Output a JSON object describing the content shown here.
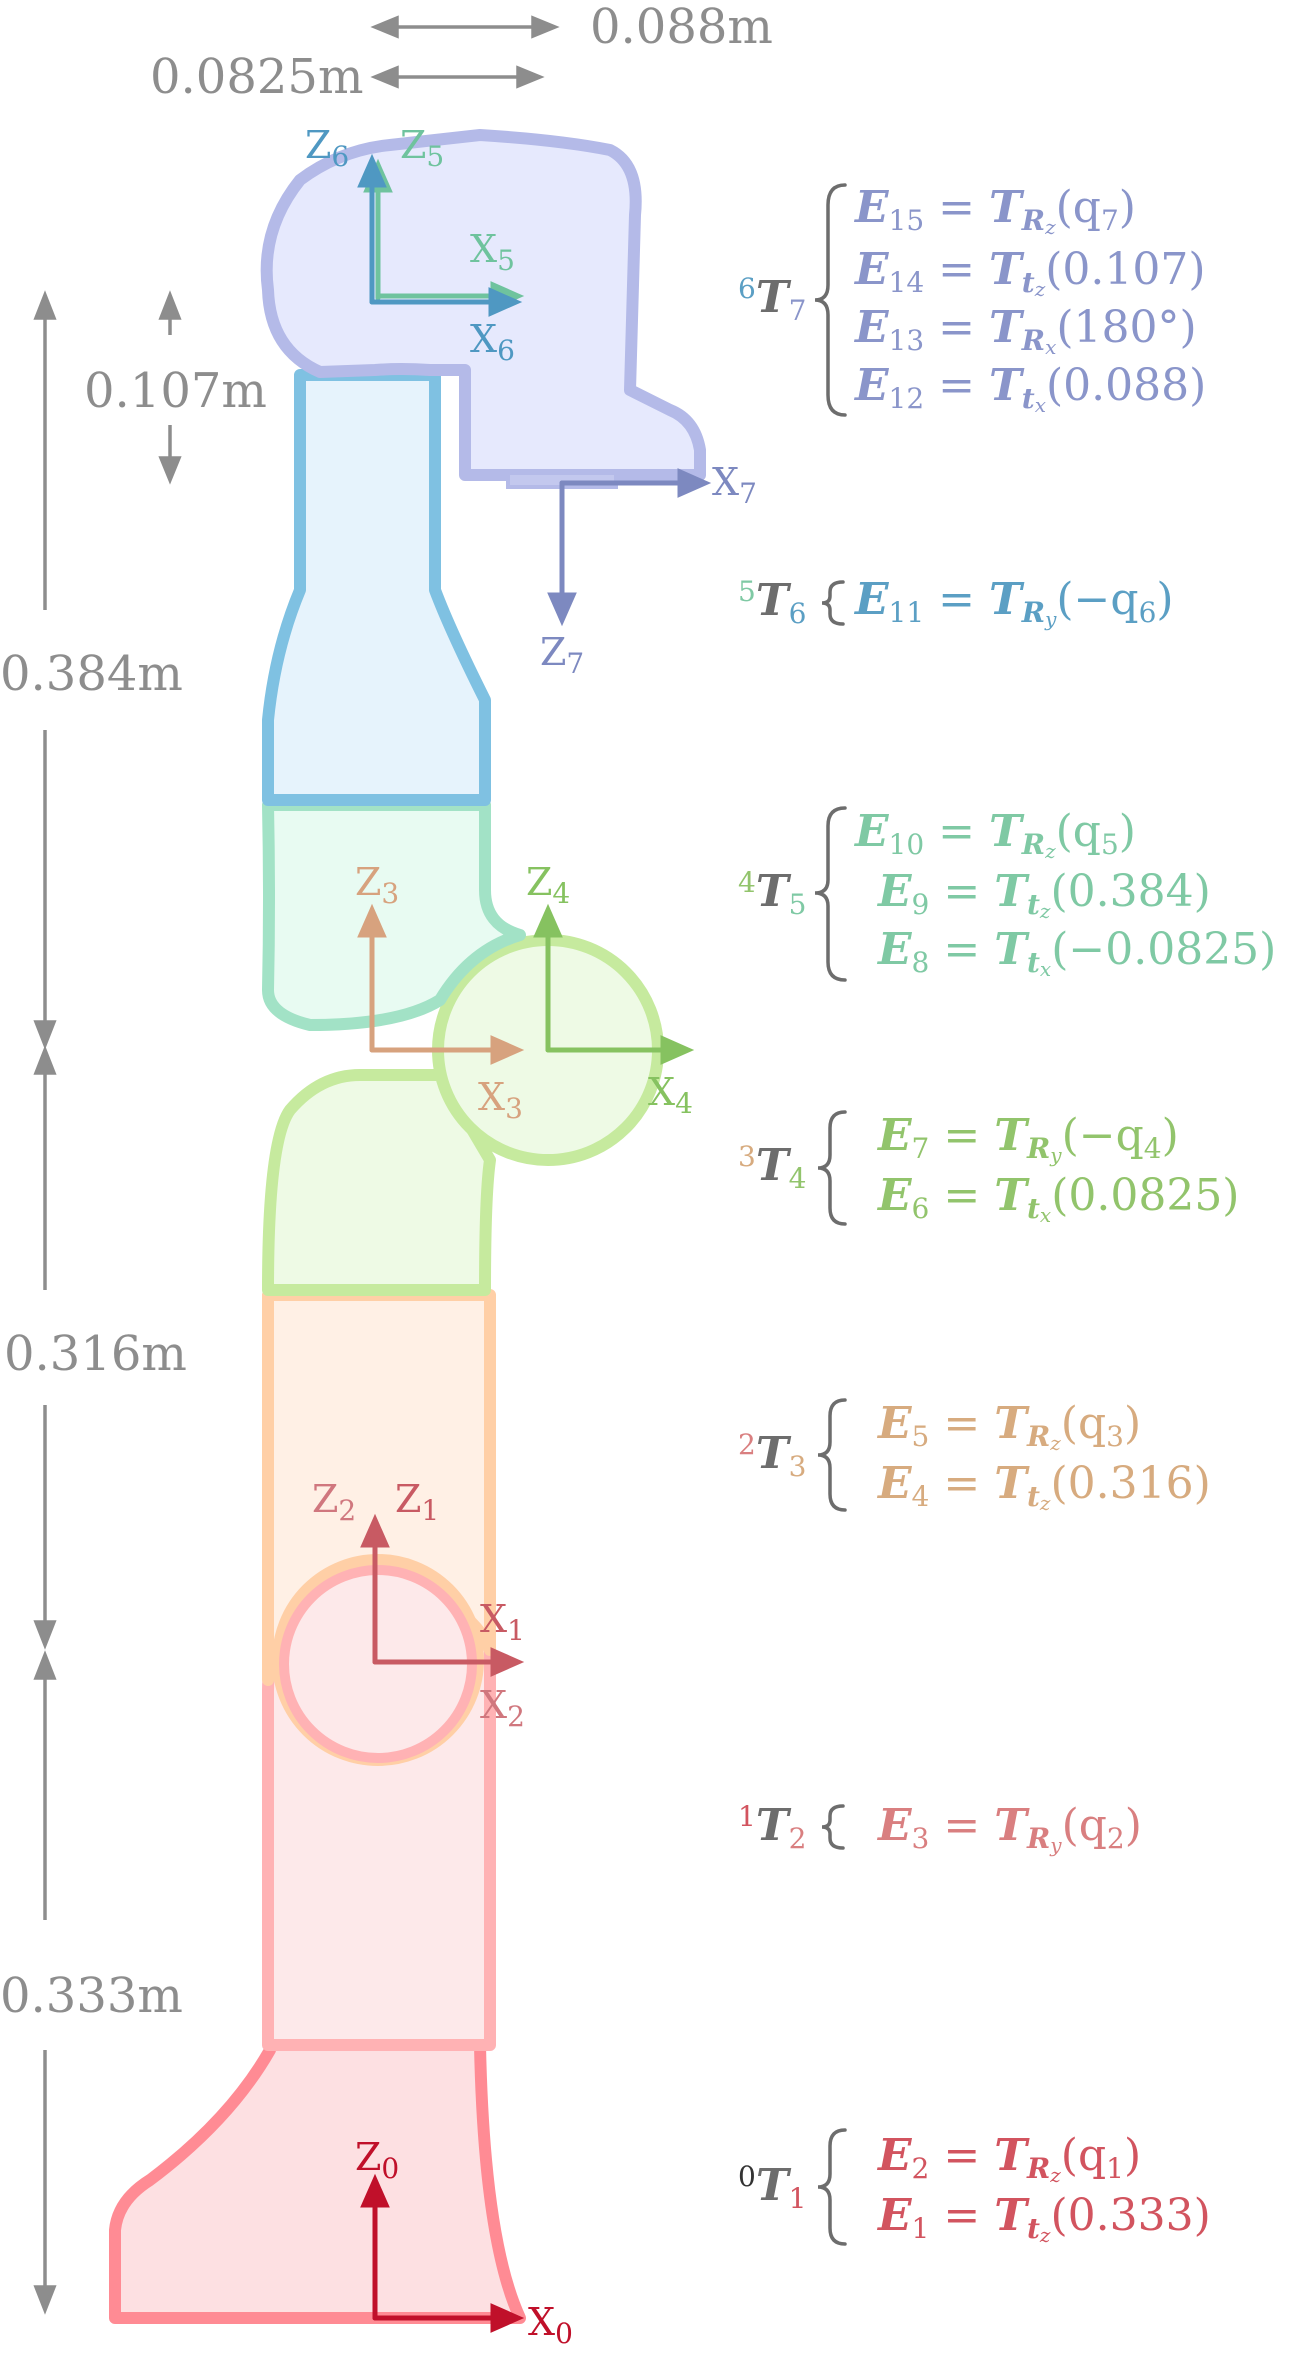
{
  "colors": {
    "base": "#ff8b94",
    "link1": "#ffb2b4",
    "link2": "#ffcfa6",
    "link3": "#c6ea9e",
    "link4": "#a2e2c6",
    "link5": "#7fc1e2",
    "link6": "#b4bae8",
    "eq1": "#d2545f",
    "eq2": "#d97f80",
    "eq3": "#d7ab7f",
    "eq4": "#92c46c",
    "eq5": "#7fc9a4",
    "eq6": "#5b9fc4",
    "eq7": "#8a95ca",
    "gray": "#8d8d8d"
  },
  "dimensions": {
    "d_0088": "0.088m",
    "d_00825": "0.0825m",
    "d_0107": "0.107m",
    "d_0384": "0.384m",
    "d_0316": "0.316m",
    "d_0333": "0.333m"
  },
  "frames": {
    "z0": {
      "main": "Z",
      "sub": "0"
    },
    "x0": {
      "main": "X",
      "sub": "0"
    },
    "z1": {
      "main": "Z",
      "sub": "1"
    },
    "x1": {
      "main": "X",
      "sub": "1"
    },
    "z2": {
      "main": "Z",
      "sub": "2"
    },
    "x2": {
      "main": "X",
      "sub": "2"
    },
    "z3": {
      "main": "Z",
      "sub": "3"
    },
    "x3": {
      "main": "X",
      "sub": "3"
    },
    "z4": {
      "main": "Z",
      "sub": "4"
    },
    "x4": {
      "main": "X",
      "sub": "4"
    },
    "z5": {
      "main": "Z",
      "sub": "5"
    },
    "x5": {
      "main": "X",
      "sub": "5"
    },
    "z6": {
      "main": "Z",
      "sub": "6"
    },
    "x6": {
      "main": "X",
      "sub": "6"
    },
    "z7": {
      "main": "Z",
      "sub": "7"
    },
    "x7": {
      "main": "X",
      "sub": "7"
    }
  },
  "transforms": {
    "t67": {
      "pre": "6",
      "main": "T",
      "sub": "7"
    },
    "t56": {
      "pre": "5",
      "main": "T",
      "sub": "6"
    },
    "t45": {
      "pre": "4",
      "main": "T",
      "sub": "5"
    },
    "t34": {
      "pre": "3",
      "main": "T",
      "sub": "4"
    },
    "t23": {
      "pre": "2",
      "main": "T",
      "sub": "3"
    },
    "t12": {
      "pre": "1",
      "main": "T",
      "sub": "2"
    },
    "t01": {
      "pre": "0",
      "main": "T",
      "sub": "1"
    }
  },
  "equations": {
    "e15": {
      "lhs": "E",
      "lhs_sub": "15",
      "eq": " = ",
      "T": "T",
      "op": "R",
      "op_sub": "z",
      "arg": "(q",
      "arg_sub": "7",
      "close": ")"
    },
    "e14": {
      "lhs": "E",
      "lhs_sub": "14",
      "eq": " = ",
      "T": "T",
      "op": "t",
      "op_sub": "z",
      "arg": "(0.107)"
    },
    "e13": {
      "lhs": "E",
      "lhs_sub": "13",
      "eq": " = ",
      "T": "T",
      "op": "R",
      "op_sub": "x",
      "arg": "(180°)"
    },
    "e12": {
      "lhs": "E",
      "lhs_sub": "12",
      "eq": " = ",
      "T": "T",
      "op": "t",
      "op_sub": "x",
      "arg": "(0.088)"
    },
    "e11": {
      "lhs": "E",
      "lhs_sub": "11",
      "eq": " = ",
      "T": "T",
      "op": "R",
      "op_sub": "y",
      "arg": "(−q",
      "arg_sub": "6",
      "close": ")"
    },
    "e10": {
      "lhs": "E",
      "lhs_sub": "10",
      "eq": " = ",
      "T": "T",
      "op": "R",
      "op_sub": "z",
      "arg": "(q",
      "arg_sub": "5",
      "close": ")"
    },
    "e9": {
      "lhs": "E",
      "lhs_sub": "9",
      "eq": " = ",
      "T": "T",
      "op": "t",
      "op_sub": "z",
      "arg": "(0.384)"
    },
    "e8": {
      "lhs": "E",
      "lhs_sub": "8",
      "eq": " = ",
      "T": "T",
      "op": "t",
      "op_sub": "x",
      "arg": "(−0.0825)"
    },
    "e7": {
      "lhs": "E",
      "lhs_sub": "7",
      "eq": " = ",
      "T": "T",
      "op": "R",
      "op_sub": "y",
      "arg": "(−q",
      "arg_sub": "4",
      "close": ")"
    },
    "e6": {
      "lhs": "E",
      "lhs_sub": "6",
      "eq": " = ",
      "T": "T",
      "op": "t",
      "op_sub": "x",
      "arg": "(0.0825)"
    },
    "e5": {
      "lhs": "E",
      "lhs_sub": "5",
      "eq": " = ",
      "T": "T",
      "op": "R",
      "op_sub": "z",
      "arg": "(q",
      "arg_sub": "3",
      "close": ")"
    },
    "e4": {
      "lhs": "E",
      "lhs_sub": "4",
      "eq": " = ",
      "T": "T",
      "op": "t",
      "op_sub": "z",
      "arg": "(0.316)"
    },
    "e3": {
      "lhs": "E",
      "lhs_sub": "3",
      "eq": " = ",
      "T": "T",
      "op": "R",
      "op_sub": "y",
      "arg": "(q",
      "arg_sub": "2",
      "close": ")"
    },
    "e2": {
      "lhs": "E",
      "lhs_sub": "2",
      "eq": " = ",
      "T": "T",
      "op": "R",
      "op_sub": "z",
      "arg": "(q",
      "arg_sub": "1",
      "close": ")"
    },
    "e1": {
      "lhs": "E",
      "lhs_sub": "1",
      "eq": " = ",
      "T": "T",
      "op": "t",
      "op_sub": "z",
      "arg": "(0.333)"
    }
  }
}
